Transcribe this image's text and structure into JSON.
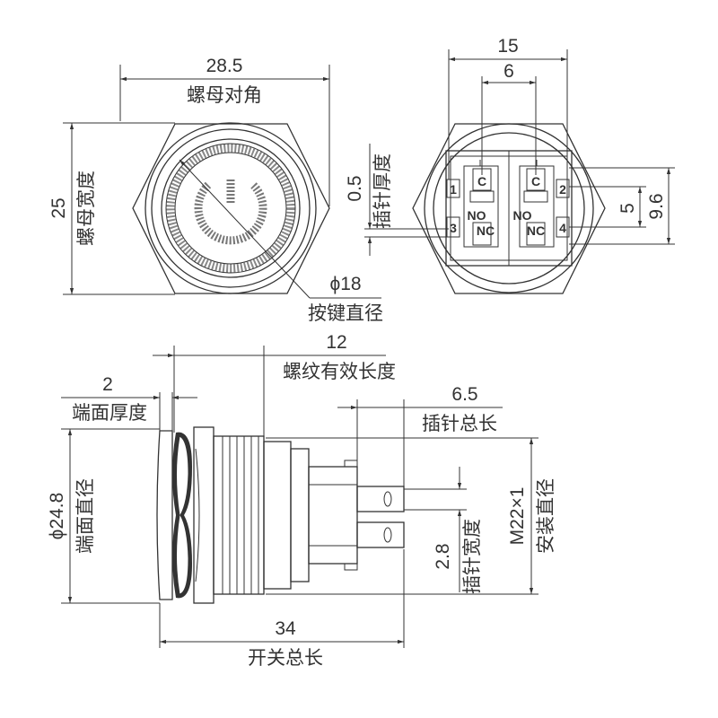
{
  "top_left": {
    "nut_diagonal_value": "28.5",
    "nut_diagonal_label": "螺母对角",
    "nut_width_value": "25",
    "nut_width_label": "螺母宽度",
    "button_diameter_value": "ϕ18",
    "button_diameter_label": "按键直径"
  },
  "top_right": {
    "width_15": "15",
    "width_6": "6",
    "pin_thickness_value": "0.5",
    "pin_thickness_label": "插针厚度",
    "gap_5": "5",
    "height_9_6": "9.6",
    "pins": {
      "p1": "1",
      "p2": "2",
      "p3": "3",
      "p4": "4",
      "c_left": "C",
      "c_right": "C",
      "no_left": "NO",
      "no_right": "NO",
      "nc_left": "NC",
      "nc_right": "NC"
    }
  },
  "bottom": {
    "face_thickness_value": "2",
    "face_thickness_label": "端面厚度",
    "thread_length_value": "12",
    "thread_length_label": "螺纹有效长度",
    "pin_length_value": "6.5",
    "pin_length_label": "插针总长",
    "face_diameter_value": "ϕ24.8",
    "face_diameter_label": "端面直径",
    "pin_width_value": "2.8",
    "pin_width_label": "插针宽度",
    "mount_value": "M22×1",
    "mount_label": "安装直径",
    "total_length_value": "34",
    "total_length_label": "开关总长"
  }
}
